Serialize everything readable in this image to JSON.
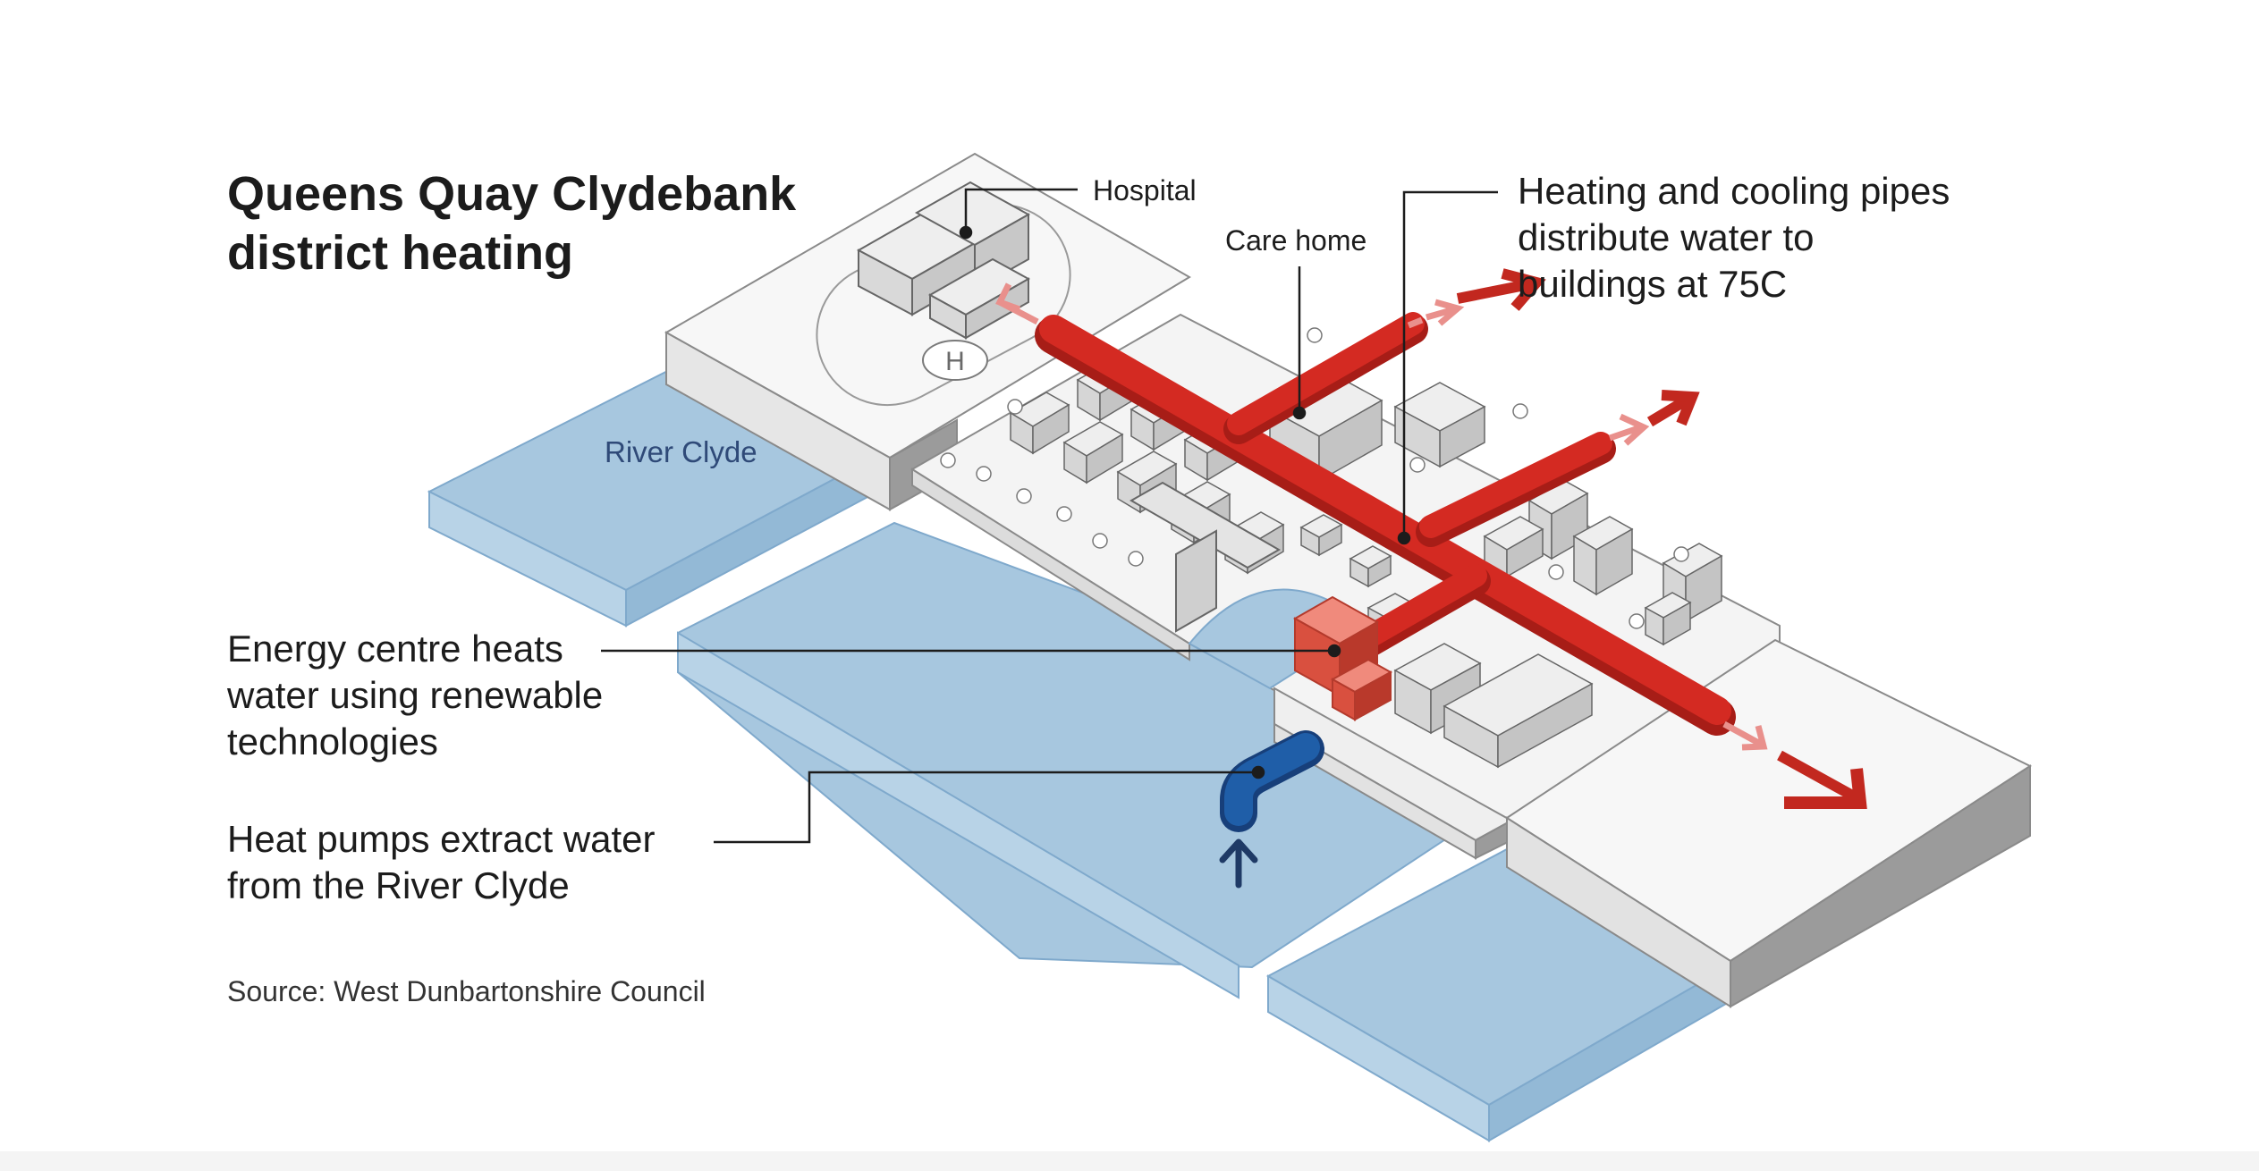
{
  "title_line1": "Queens Quay Clydebank",
  "title_line2": "district heating",
  "labels": {
    "hospital": "Hospital",
    "care_home": "Care home",
    "river": "River Clyde"
  },
  "callouts": {
    "pipes": [
      "Heating and cooling pipes",
      "distribute water to",
      "buildings at 75C"
    ],
    "energy_centre": [
      "Energy centre heats",
      "water using renewable",
      "technologies"
    ],
    "heat_pumps": [
      "Heat pumps extract water",
      "from the River Clyde"
    ]
  },
  "source": "Source: West Dunbartonshire Council",
  "icons": [
    "helipad-icon",
    "arrow-up-icon",
    "arrow-out-icon"
  ],
  "colors": {
    "pipe_red": "#d42a22",
    "pipe_red_dark": "#a71d17",
    "arrow_pink": "#e9908c",
    "water_blue": "#a7c7df",
    "water_edge": "#7fa9cc",
    "land_top": "#f7f7f7",
    "land_side": "#9b9b9b",
    "heat_pump_blue": "#1f5ea8",
    "arrow_navy": "#1f3a66",
    "energy_centre": "#d9503f"
  }
}
